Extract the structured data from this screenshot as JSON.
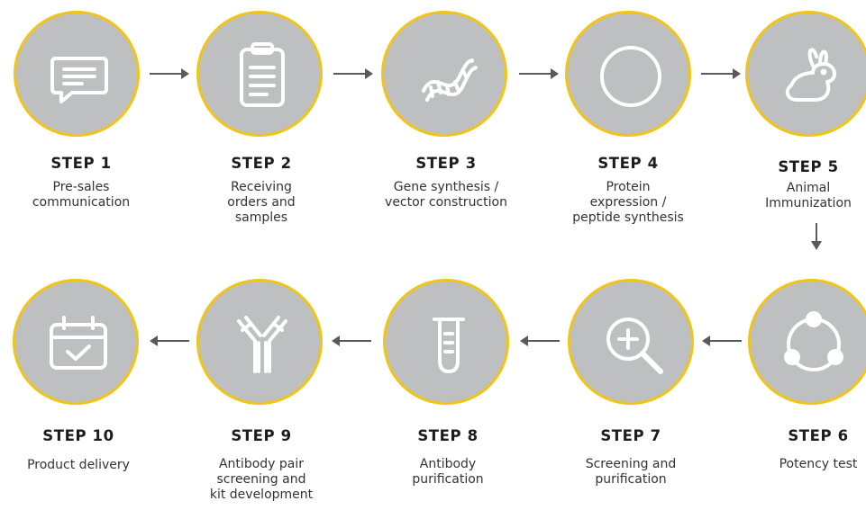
{
  "steps": [
    {
      "title": "STEP 1",
      "lines": [
        "Pre-sales",
        "communication"
      ],
      "icon": "chat-bubble-icon"
    },
    {
      "title": "STEP 2",
      "lines": [
        "Receiving",
        "orders and",
        "samples"
      ],
      "icon": "clipboard-icon"
    },
    {
      "title": "STEP 3",
      "lines": [
        "Gene synthesis /",
        "vector construction"
      ],
      "icon": "dna-icon"
    },
    {
      "title": "STEP 4",
      "lines": [
        "Protein",
        "expression /",
        "peptide synthesis"
      ],
      "icon": "circle-icon"
    },
    {
      "title": "STEP 5",
      "lines": [
        "Animal",
        "Immunization"
      ],
      "icon": "rabbit-icon"
    },
    {
      "title": "STEP 6",
      "lines": [
        "Potency test"
      ],
      "icon": "molecule-icon"
    },
    {
      "title": "STEP 7",
      "lines": [
        "Screening and",
        "purification"
      ],
      "icon": "magnifier-plus-icon"
    },
    {
      "title": "STEP 8",
      "lines": [
        "Antibody",
        "purification"
      ],
      "icon": "test-tube-icon"
    },
    {
      "title": "STEP 9",
      "lines": [
        "Antibody pair",
        "screening and",
        "kit development"
      ],
      "icon": "antibody-icon"
    },
    {
      "title": "STEP 10",
      "lines": [
        "Product delivery"
      ],
      "icon": "calendar-check-icon"
    }
  ],
  "colors": {
    "circle_fill": "#bebfc1",
    "circle_ring": "#f0c419",
    "icon_stroke": "#ffffff",
    "arrow": "#5a5a5a"
  }
}
